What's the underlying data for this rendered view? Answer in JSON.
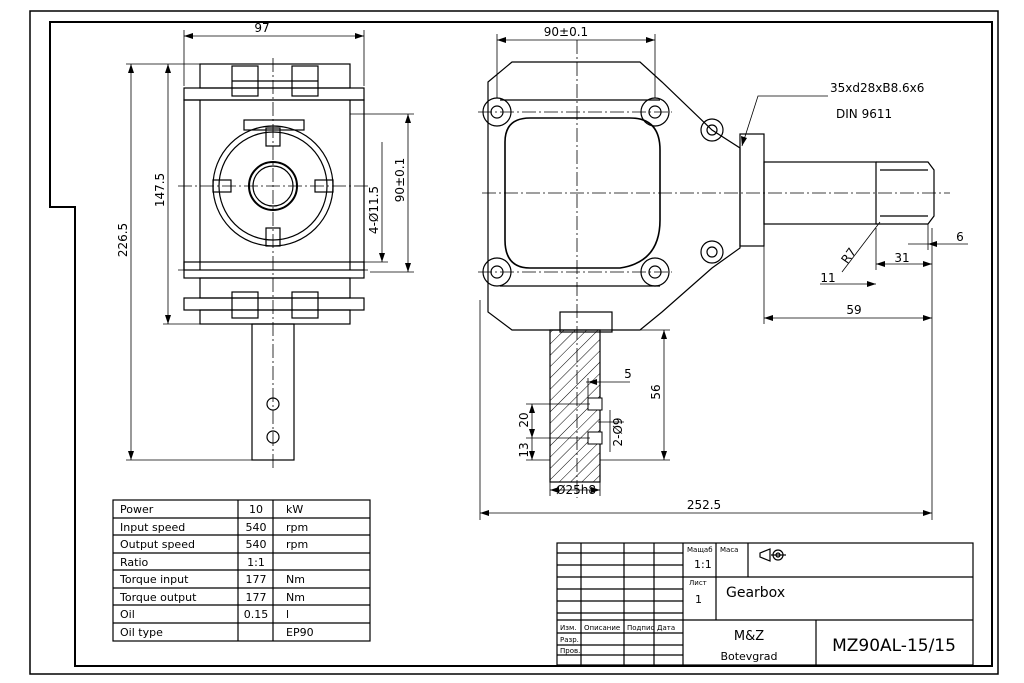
{
  "front_view": {
    "width_dim": "97",
    "height_inner_dim": "147.5",
    "height_total_dim": "226.5",
    "holes_dim": "4-Ø11.5",
    "axis_dim": "90±0.1"
  },
  "side_view": {
    "width_dim": "90±0.1",
    "shaft_spec_line1": "35xd28xB8.6x6",
    "shaft_spec_line2": "DIN 9611",
    "radius_dim": "R7",
    "dim_11": "11",
    "dim_31": "31",
    "dim_6": "6",
    "dim_59": "59",
    "dim_5": "5",
    "dim_56": "56",
    "dim_20": "20",
    "dim_13": "13",
    "dim_hole": "2-Ø9",
    "dim_shaft": "Ø25h8",
    "dim_total": "252.5"
  },
  "spec_table": {
    "rows": [
      {
        "param": "Power",
        "value": "10",
        "unit": "kW"
      },
      {
        "param": "Input speed",
        "value": "540",
        "unit": "rpm"
      },
      {
        "param": "Output speed",
        "value": "540",
        "unit": "rpm"
      },
      {
        "param": "Ratio",
        "value": "1:1",
        "unit": ""
      },
      {
        "param": "Torque input",
        "value": "177",
        "unit": "Nm"
      },
      {
        "param": "Torque output",
        "value": "177",
        "unit": "Nm"
      },
      {
        "param": "Oil",
        "value": "0.15",
        "unit": "l"
      },
      {
        "param": "Oil type",
        "value": "",
        "unit": "EP90"
      }
    ]
  },
  "title_block": {
    "scale_header": "Мащаб",
    "scale_value": "1:1",
    "mass_header": "Маса",
    "sheet_header": "Лист",
    "sheet_value": "1",
    "title": "Gearbox",
    "company": "M&Z",
    "city": "Botevgrad",
    "drawing_number": "MZ90AL-15/15",
    "col_headers": [
      "Изм.",
      "Описание",
      "Подпис",
      "Дата"
    ],
    "row_labels": [
      "Разр.",
      "Пров."
    ]
  }
}
